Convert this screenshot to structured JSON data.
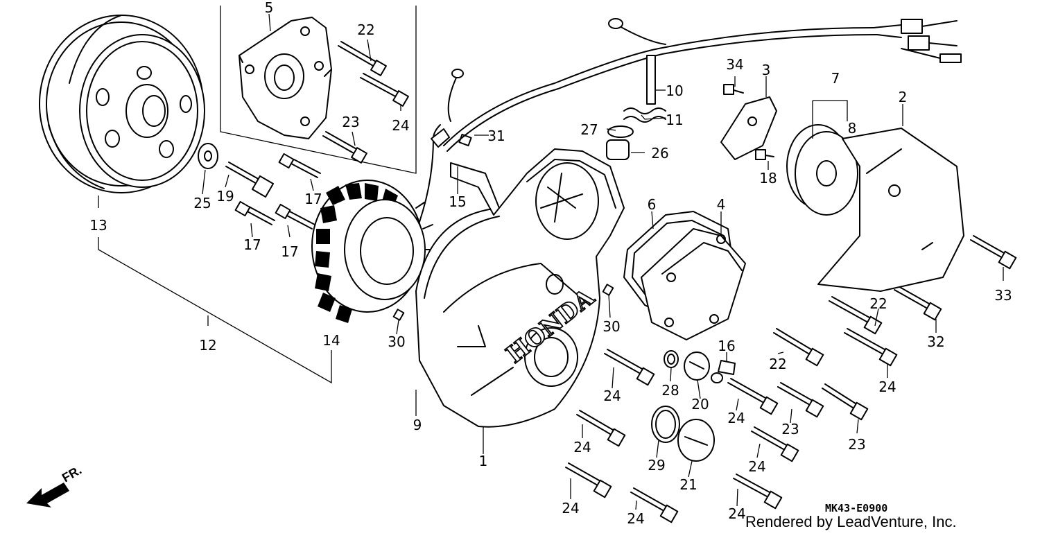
{
  "diagram": {
    "parts": [
      {
        "id": "p1",
        "label": "1"
      },
      {
        "id": "p2",
        "label": "2"
      },
      {
        "id": "p3",
        "label": "3"
      },
      {
        "id": "p4",
        "label": "4"
      },
      {
        "id": "p5",
        "label": "5"
      },
      {
        "id": "p6",
        "label": "6"
      },
      {
        "id": "p7",
        "label": "7"
      },
      {
        "id": "p8",
        "label": "8"
      },
      {
        "id": "p9",
        "label": "9"
      },
      {
        "id": "p10",
        "label": "10"
      },
      {
        "id": "p11",
        "label": "11"
      },
      {
        "id": "p12",
        "label": "12"
      },
      {
        "id": "p13",
        "label": "13"
      },
      {
        "id": "p14",
        "label": "14"
      },
      {
        "id": "p15",
        "label": "15"
      },
      {
        "id": "p16",
        "label": "16"
      },
      {
        "id": "p17a",
        "label": "17"
      },
      {
        "id": "p17b",
        "label": "17"
      },
      {
        "id": "p17c",
        "label": "17"
      },
      {
        "id": "p18",
        "label": "18"
      },
      {
        "id": "p19",
        "label": "19"
      },
      {
        "id": "p20",
        "label": "20"
      },
      {
        "id": "p21",
        "label": "21"
      },
      {
        "id": "p22a",
        "label": "22"
      },
      {
        "id": "p22b",
        "label": "22"
      },
      {
        "id": "p22c",
        "label": "22"
      },
      {
        "id": "p23a",
        "label": "23"
      },
      {
        "id": "p23b",
        "label": "23"
      },
      {
        "id": "p23c",
        "label": "23"
      },
      {
        "id": "p24a",
        "label": "24"
      },
      {
        "id": "p24b",
        "label": "24"
      },
      {
        "id": "p24c",
        "label": "24"
      },
      {
        "id": "p24d",
        "label": "24"
      },
      {
        "id": "p24e",
        "label": "24"
      },
      {
        "id": "p24f",
        "label": "24"
      },
      {
        "id": "p24g",
        "label": "24"
      },
      {
        "id": "p24h",
        "label": "24"
      },
      {
        "id": "p24i",
        "label": "24"
      },
      {
        "id": "p24j",
        "label": "24"
      },
      {
        "id": "p25",
        "label": "25"
      },
      {
        "id": "p26",
        "label": "26"
      },
      {
        "id": "p27",
        "label": "27"
      },
      {
        "id": "p28",
        "label": "28"
      },
      {
        "id": "p29",
        "label": "29"
      },
      {
        "id": "p30a",
        "label": "30"
      },
      {
        "id": "p30b",
        "label": "30"
      },
      {
        "id": "p31",
        "label": "31"
      },
      {
        "id": "p32",
        "label": "32"
      },
      {
        "id": "p33",
        "label": "33"
      },
      {
        "id": "p34",
        "label": "34"
      }
    ],
    "emboss_text": "HONDA",
    "direction_label": "FR.",
    "diagram_code": "MK43-E0900",
    "credit": "Rendered by LeadVenture, Inc.",
    "ink_color": "#000000",
    "background_color": "#ffffff"
  }
}
